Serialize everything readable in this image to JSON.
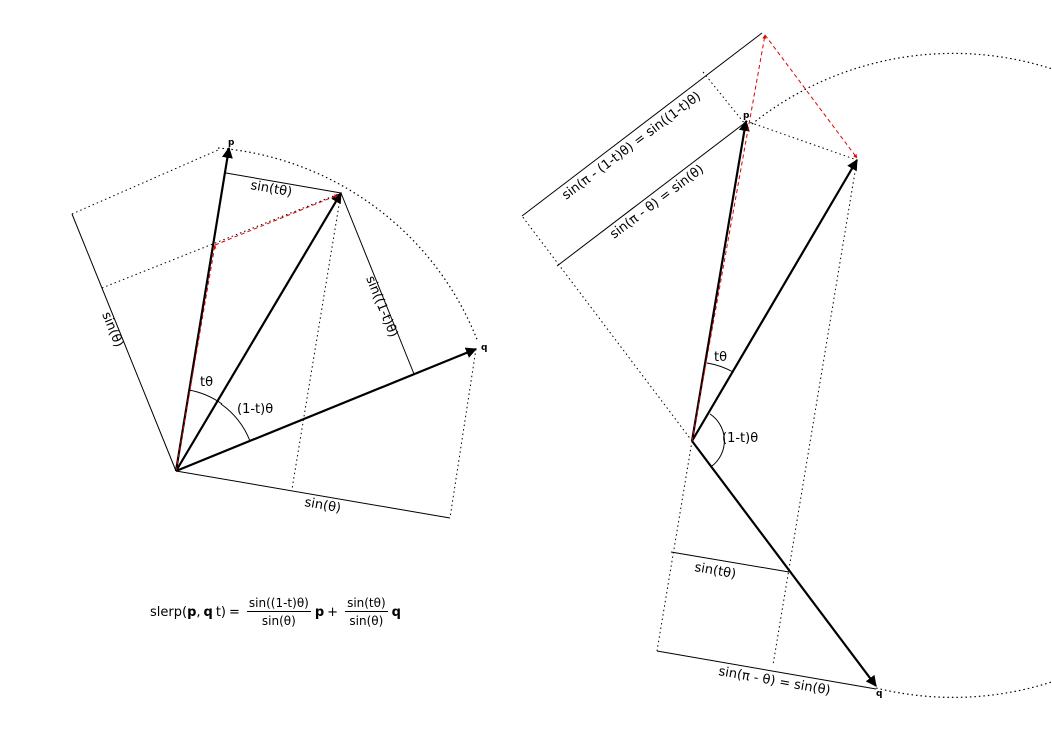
{
  "left_diagram": {
    "vector_p": "p",
    "vector_q": "q",
    "angle_t": "tθ",
    "angle_1t": "(1-t)θ",
    "label_sin_t": "sin(tθ)",
    "label_sin_1t": "sin((1-t)θ)",
    "label_sin_theta_left": "sin(θ)",
    "label_sin_theta_bottom": "sin(θ)"
  },
  "right_diagram": {
    "vector_p": "p",
    "vector_q": "q",
    "angle_t": "tθ",
    "angle_1t": "(1-t)θ",
    "label_outer": "sin(π - (1-t)θ) = sin((1-t)θ)",
    "label_inner": "sin(π - θ) = sin(θ)",
    "label_sin_t": "sin(tθ)",
    "label_bottom": "sin(π - θ) = sin(θ)"
  },
  "formula": {
    "lhs_prefix": "slerp(",
    "p": "p",
    "comma": ",",
    "q": "q",
    "t": "t)",
    "equals": "=",
    "frac1_num": "sin((1-t)θ)",
    "frac1_den": "sin(θ)",
    "plus": "+",
    "frac2_num": "sin(tθ)",
    "frac2_den": "sin(θ)"
  },
  "colors": {
    "construction_red": "#e00000",
    "ink": "#000000"
  }
}
